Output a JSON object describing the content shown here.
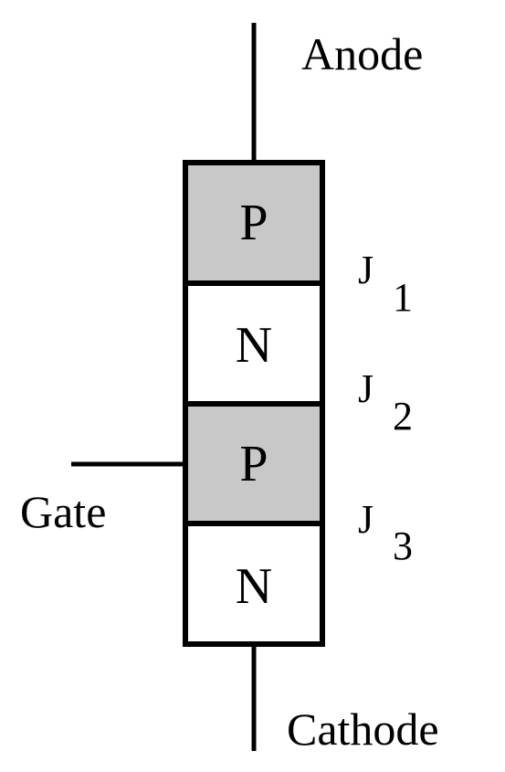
{
  "terminals": {
    "anode": "Anode",
    "cathode": "Cathode",
    "gate": "Gate"
  },
  "layers": [
    {
      "label": "P",
      "fill": "#c8c8c8"
    },
    {
      "label": "N",
      "fill": "#ffffff"
    },
    {
      "label": "P",
      "fill": "#c8c8c8"
    },
    {
      "label": "N",
      "fill": "#ffffff"
    }
  ],
  "junctions": [
    {
      "letter": "J",
      "index": "1"
    },
    {
      "letter": "J",
      "index": "2"
    },
    {
      "letter": "J",
      "index": "3"
    }
  ],
  "colors": {
    "stroke": "#000000",
    "p_fill": "#c8c8c8",
    "n_fill": "#ffffff",
    "background": "#ffffff"
  }
}
